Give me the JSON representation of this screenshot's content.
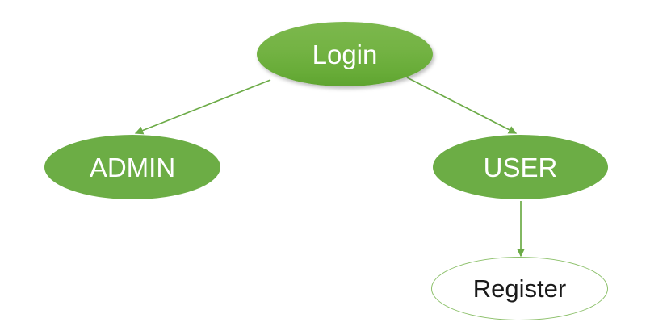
{
  "diagram": {
    "type": "flowchart",
    "title": "",
    "background_color": "#ffffff",
    "accent_color": "#6cad45",
    "edge_color": "#6cab47",
    "nodes": [
      {
        "id": "login",
        "label": "Login",
        "shape": "ellipse",
        "fill": "#74b344",
        "fill_style": "gradient",
        "text_color": "#ffffff",
        "has_shadow": true
      },
      {
        "id": "admin",
        "label": "ADMIN",
        "shape": "ellipse",
        "fill": "#6cad45",
        "fill_style": "solid",
        "text_color": "#ffffff",
        "has_shadow": false
      },
      {
        "id": "user",
        "label": "USER",
        "shape": "ellipse",
        "fill": "#6cad45",
        "fill_style": "solid",
        "text_color": "#ffffff",
        "has_shadow": false
      },
      {
        "id": "register",
        "label": "Register",
        "shape": "ellipse",
        "fill": "#ffffff",
        "fill_style": "outline",
        "stroke": "#8cc06a",
        "text_color": "#1a1a1a",
        "has_shadow": false
      }
    ],
    "edges": [
      {
        "id": "login-admin",
        "from": "Login",
        "to": "ADMIN",
        "label": "",
        "arrowhead": "triangle",
        "color": "#6cab47"
      },
      {
        "id": "login-user",
        "from": "Login",
        "to": "USER",
        "label": "",
        "arrowhead": "triangle",
        "color": "#6cab47"
      },
      {
        "id": "user-register",
        "from": "USER",
        "to": "Register",
        "label": "",
        "arrowhead": "triangle",
        "color": "#6cab47"
      }
    ]
  }
}
